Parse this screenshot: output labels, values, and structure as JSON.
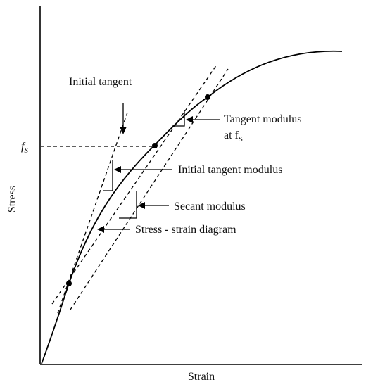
{
  "axes": {
    "x_label": "Strain",
    "y_label": "Stress",
    "fs_label": "f",
    "fs_sub": "S"
  },
  "labels": {
    "initial_tangent": "Initial tangent",
    "tangent_modulus_line1": "Tangent modulus",
    "tangent_modulus_line2": "at f",
    "tangent_modulus_sub": "S",
    "initial_tangent_modulus": "Initial tangent modulus",
    "secant_modulus": "Secant modulus",
    "stress_strain_diagram": "Stress - strain diagram"
  }
}
